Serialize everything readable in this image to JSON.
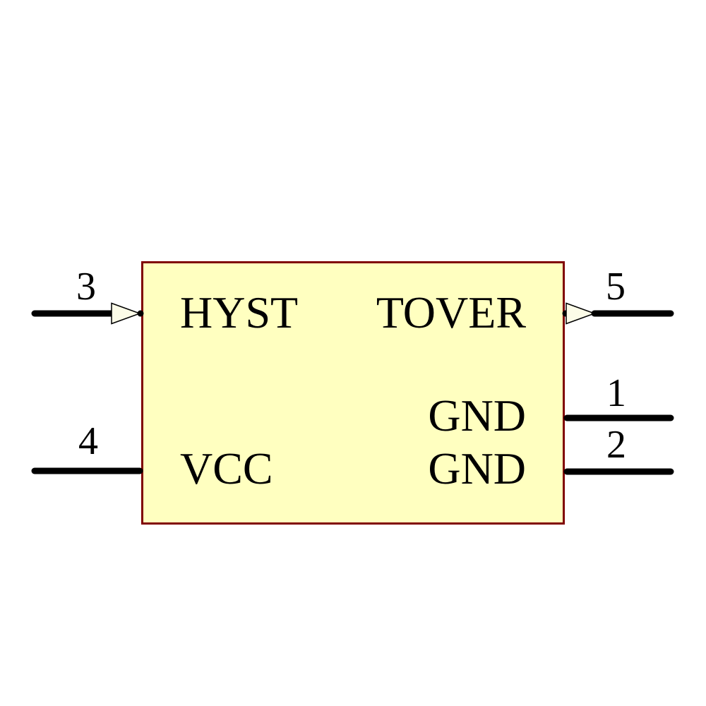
{
  "colors": {
    "background": "#ffffff",
    "body_fill": "#FFFFC0",
    "body_border": "#800000",
    "wire": "#000000",
    "text": "#000000",
    "triangle_fill": "#FCFCE8",
    "triangle_border": "#000000"
  },
  "component": {
    "kind": "schematic-symbol",
    "pins": [
      {
        "number": "3",
        "label": "HYST",
        "side": "left",
        "marker": "input-triangle"
      },
      {
        "number": "4",
        "label": "VCC",
        "side": "left",
        "marker": "none"
      },
      {
        "number": "5",
        "label": "TOVER",
        "side": "right",
        "marker": "output-triangle"
      },
      {
        "number": "1",
        "label": "GND",
        "side": "right",
        "marker": "none"
      },
      {
        "number": "2",
        "label": "GND",
        "side": "right",
        "marker": "none"
      }
    ]
  }
}
